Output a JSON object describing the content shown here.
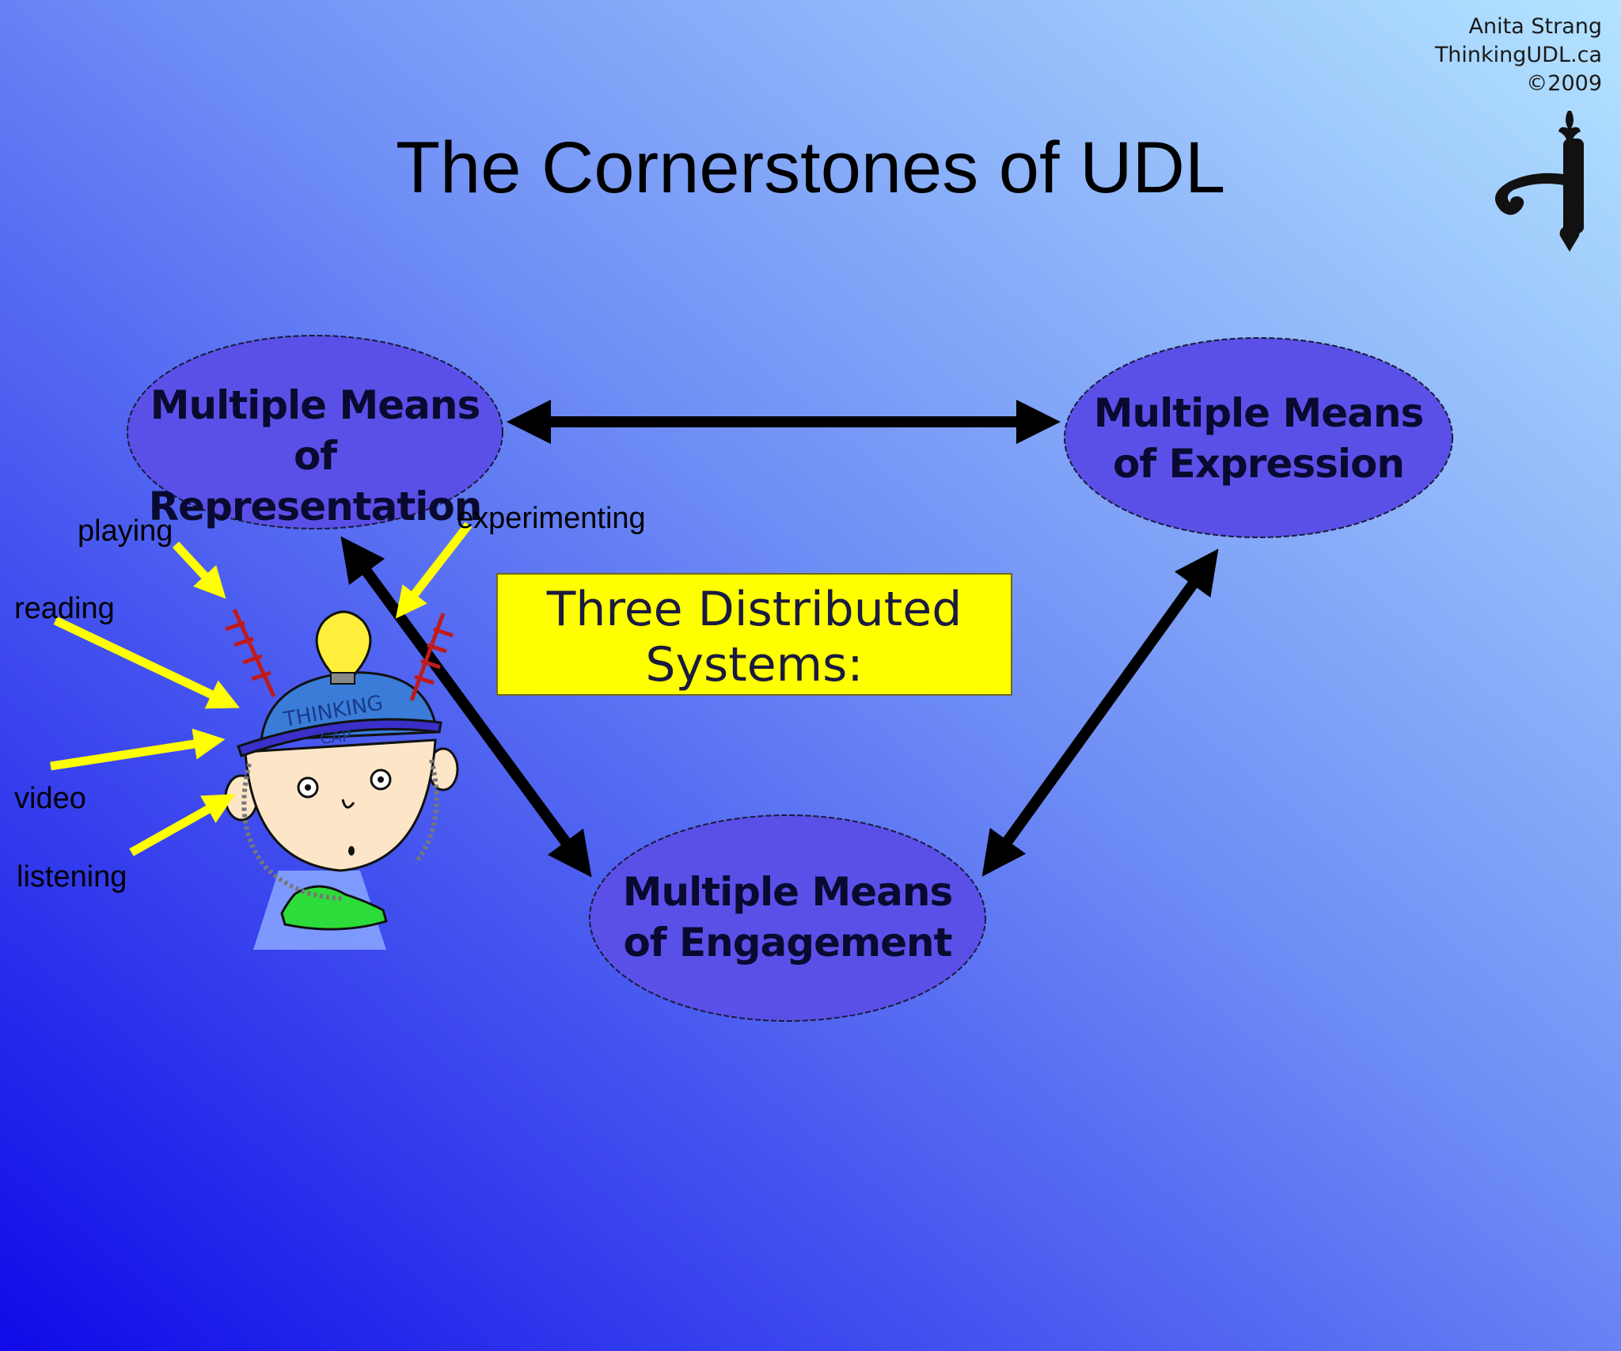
{
  "credit": {
    "author": "Anita Strang",
    "site": "ThinkingUDL.ca",
    "copyright": "©2009"
  },
  "title": "The Cornerstones of UDL",
  "nodes": {
    "representation": {
      "line1": "Multiple Means",
      "line2": "of Representation"
    },
    "expression": {
      "line1": "Multiple Means",
      "line2": "of Expression"
    },
    "engagement": {
      "line1": "Multiple Means",
      "line2": "of Engagement"
    }
  },
  "center_box": {
    "line1": "Three Distributed",
    "line2": "Systems:"
  },
  "inputs": {
    "playing": "playing",
    "experimenting": "experimenting",
    "reading": "reading",
    "video": "video",
    "listening": "listening"
  },
  "illustration": {
    "cap_text_1": "THINKING",
    "cap_text_2": "CAP"
  },
  "colors": {
    "background_top_right": "#a8dcff",
    "background_bottom_left": "#1a14f0",
    "ellipse_fill": "#5a50e8",
    "box_fill": "#ffff00",
    "arrow_black": "#000000",
    "arrow_yellow": "#ffff00"
  },
  "icons": [
    "door-handle-icon",
    "thinking-cap-kid-icon"
  ]
}
